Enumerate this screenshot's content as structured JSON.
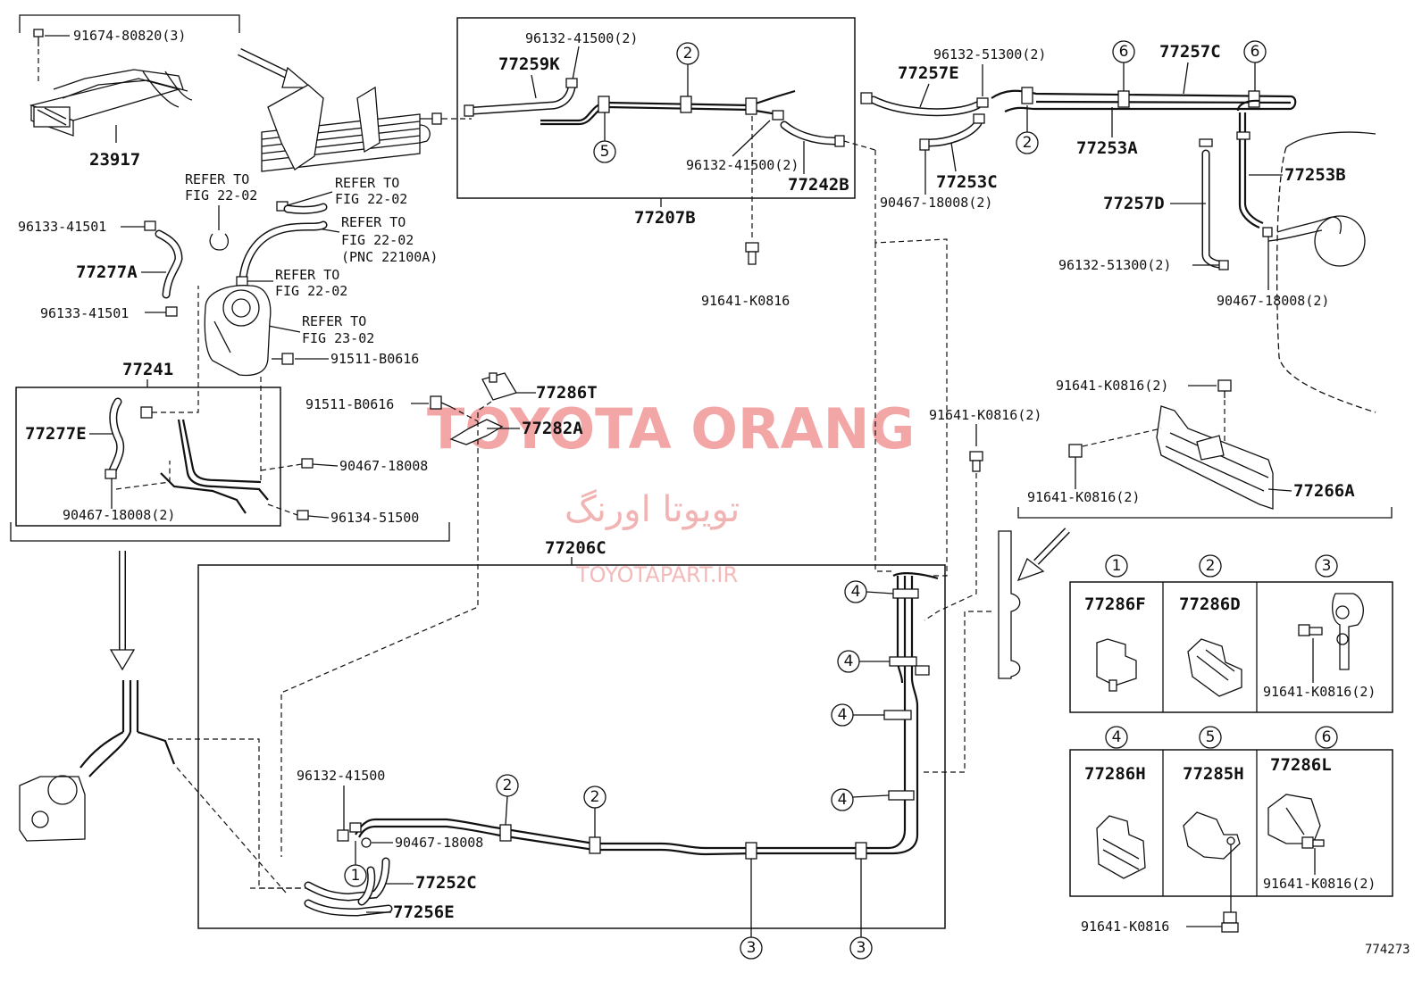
{
  "labels": {
    "p91674": "91674-80820(3)",
    "p23917": "23917",
    "p96132_41500_a": "96132-41500(2)",
    "p77259K": "77259K",
    "p96132_41500_b": "96132-41500(2)",
    "p77242B": "77242B",
    "p77207B": "77207B",
    "p91641_top": "91641-K0816",
    "p96132_51300_a": "96132-51300(2)",
    "p77257E": "77257E",
    "p77257C": "77257C",
    "p77253A": "77253A",
    "p77253C": "77253C",
    "p90467_18008_a": "90467-18008(2)",
    "p77253B": "77253B",
    "p77257D": "77257D",
    "p96132_51300_b": "96132-51300(2)",
    "p90467_18008_b": "90467-18008(2)",
    "p96133_41501_a": "96133-41501",
    "p77277A": "77277A",
    "p96133_41501_b": "96133-41501",
    "p77241": "77241",
    "p77277E": "77277E",
    "p90467_18008_c": "90467-18008(2)",
    "p91511_b0616_a": "91511-B0616",
    "p91511_b0616_b": "91511-B0616",
    "p90467_18008_d": "90467-18008",
    "p96134_51500": "96134-51500",
    "p77286T": "77286T",
    "p77282A": "77282A",
    "p91641_mid": "91641-K0816(2)",
    "p91641_right_top": "91641-K0816(2)",
    "p91641_right_low": "91641-K0816(2)",
    "p77266A": "77266A",
    "p77206C": "77206C",
    "p96132_41500_c": "96132-41500",
    "p90467_18008_e": "90467-18008",
    "p77252C": "77252C",
    "p77256E": "77256E",
    "p91641_bottom": "91641-K0816",
    "figure_no": "774273"
  },
  "refer": {
    "r1a": "REFER TO",
    "r1b": "FIG 22-02",
    "r2a": "REFER TO",
    "r2b": "FIG 22-02",
    "r3a": "REFER TO",
    "r3b": "FIG 22-02",
    "r3c": "(PNC 22100A)",
    "r4a": "REFER TO",
    "r4b": "FIG 22-02",
    "r5a": "REFER TO",
    "r5b": "FIG 23-02"
  },
  "legend": {
    "c1": "1",
    "c1_part": "77286F",
    "c2": "2",
    "c2_part": "77286D",
    "c3": "3",
    "c3_bolt": "91641-K0816(2)",
    "c4": "4",
    "c4_part": "77286H",
    "c5": "5",
    "c5_part": "77285H",
    "c6": "6",
    "c6_part": "77286L",
    "c6_bolt": "91641-K0816(2)"
  },
  "callouts": {
    "one": "1",
    "two": "2",
    "three": "3",
    "four": "4",
    "five": "5",
    "six": "6"
  },
  "watermark": {
    "brand": "TOYOTA ORANG",
    "farsi": "تویوتا اورنگ",
    "url": "TOYOTAPART.IR"
  }
}
